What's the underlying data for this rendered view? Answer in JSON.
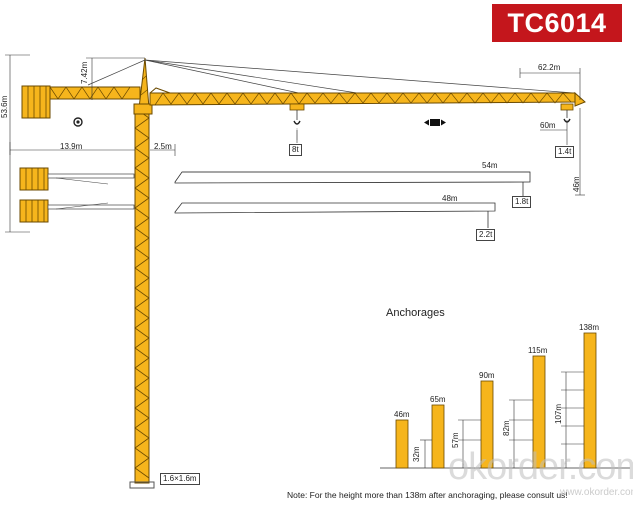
{
  "title": "TC6014",
  "labels": {
    "jib_total": "62.2m",
    "jib_60": "60m",
    "tip_load": "1.4t",
    "max_load": "8t",
    "jib_54": "54m",
    "load_54": "1.8t",
    "jib_48": "48m",
    "load_48": "2.2t",
    "counter_jib": "13.9m",
    "offset": "2.5m",
    "head_height": "7.42m",
    "left_height": "53.6m",
    "hook_height": "46m",
    "base": "1.6×1.6m"
  },
  "anchorages": {
    "title": "Anchorages",
    "heights": [
      "46m",
      "65m",
      "90m",
      "115m",
      "138m"
    ],
    "spans": [
      "32m",
      "57m",
      "82m",
      "107m"
    ]
  },
  "note": "Note: For the height more than 138m after anchoraging, please consult us!",
  "watermark": "okorder.com",
  "watermark_small": "www.okorder.com",
  "colors": {
    "title_bg": "#c4161c",
    "crane": "#f6b51c",
    "crane_dark": "#6b4a00"
  }
}
